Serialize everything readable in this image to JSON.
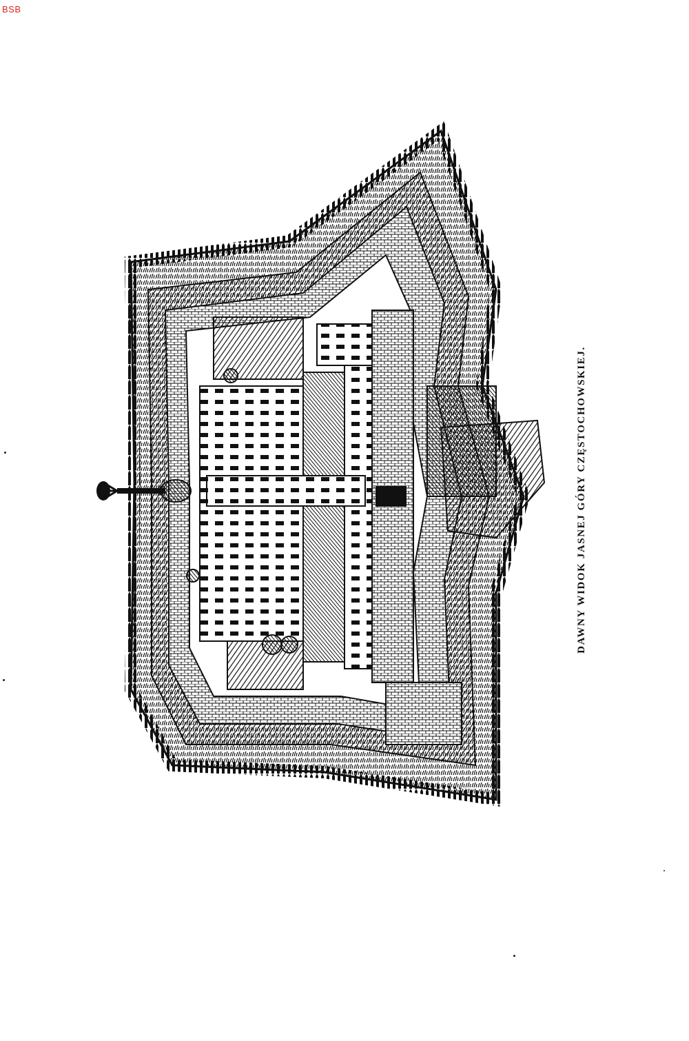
{
  "watermark": {
    "text": "BSB",
    "color": "#d9261c"
  },
  "illustration": {
    "subject": "engraving of a fortified monastery on a star-shaped bastion fortress",
    "ink_color": "#111111",
    "paper_color": "#ffffff"
  },
  "caption": {
    "text": "DAWNY WIDOK JASNEJ GÓRY CZĘSTOCHOWSKIEJ."
  }
}
